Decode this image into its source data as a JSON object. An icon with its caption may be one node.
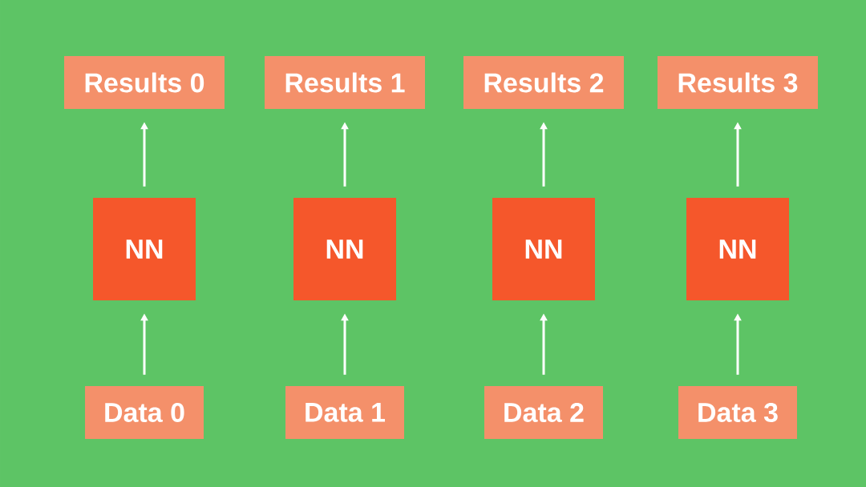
{
  "diagram": {
    "nodes": [
      {
        "text": [
          "Results 0"
        ]
      },
      {
        "text": [
          "Results 1"
        ]
      },
      {
        "text": [
          "Results 2"
        ]
      },
      {
        "text": [
          "Results 3"
        ]
      },
      {
        "text": [
          "NN"
        ]
      },
      {
        "text": [
          "NN"
        ]
      },
      {
        "text": [
          "NN"
        ]
      },
      {
        "text": [
          "NN"
        ]
      },
      {
        "text": [
          "Data 0"
        ]
      },
      {
        "text": [
          "Data 1"
        ]
      },
      {
        "text": [
          "Data 2"
        ]
      },
      {
        "text": [
          "Data 3"
        ]
      }
    ],
    "edges": [
      {
        "from": 8,
        "to": 4,
        "arrow": "to"
      },
      {
        "from": 4,
        "to": 0,
        "arrow": "to"
      },
      {
        "from": 9,
        "to": 5,
        "arrow": "to"
      },
      {
        "from": 5,
        "to": 1,
        "arrow": "to"
      },
      {
        "from": 10,
        "to": 6,
        "arrow": "to"
      },
      {
        "from": 6,
        "to": 2,
        "arrow": "to"
      },
      {
        "from": 11,
        "to": 7,
        "arrow": "to"
      },
      {
        "from": 7,
        "to": 3,
        "arrow": "to"
      }
    ]
  }
}
